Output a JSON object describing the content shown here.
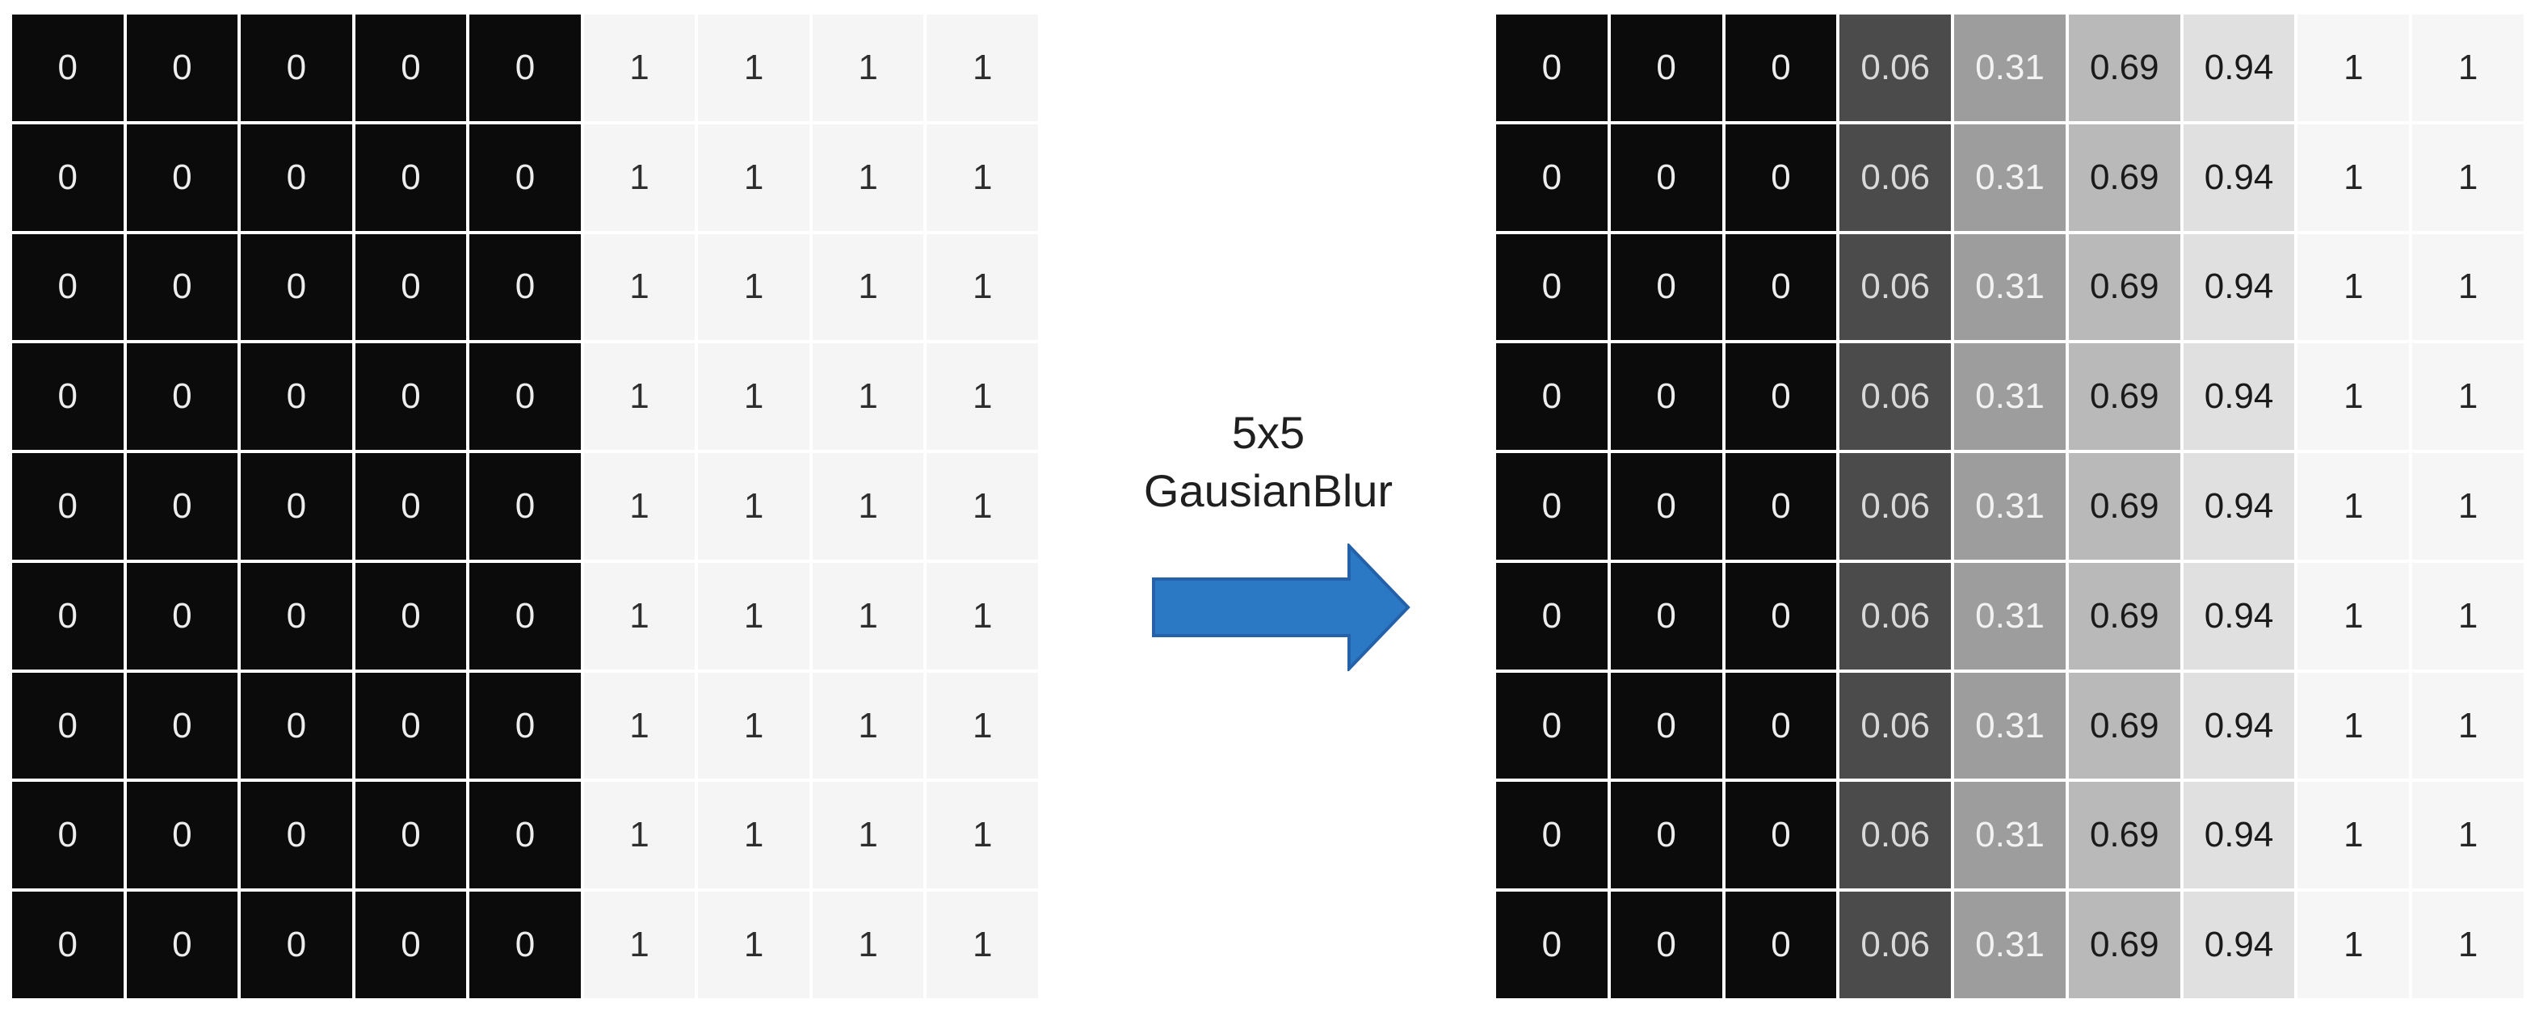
{
  "arrow_label": {
    "line1": "5x5",
    "line2": "GausianBlur"
  },
  "arrow": {
    "fill": "#2B79C5",
    "stroke": "#2461A9"
  },
  "colors": {
    "background": "#ffffff",
    "gridline": "#ffffff",
    "black_cell": "#0b0b0b",
    "white_cell": "#f5f5f5",
    "dark_gray_cell": "#4b4b4b",
    "mid_gray_cell": "#9d9d9d",
    "light_mid_gray_cell": "#b9b9b9",
    "light_gray_cell": "#e0e0e0",
    "label_text": "#1f1f1f"
  },
  "left_grid": {
    "rows": 9,
    "columns": [
      {
        "value": "0",
        "bg": "#0b0b0b",
        "fg": "#ededed"
      },
      {
        "value": "0",
        "bg": "#0b0b0b",
        "fg": "#ededed"
      },
      {
        "value": "0",
        "bg": "#0b0b0b",
        "fg": "#ededed"
      },
      {
        "value": "0",
        "bg": "#0b0b0b",
        "fg": "#ededed"
      },
      {
        "value": "0",
        "bg": "#0b0b0b",
        "fg": "#ededed"
      },
      {
        "value": "1",
        "bg": "#f5f5f5",
        "fg": "#2e2e2e"
      },
      {
        "value": "1",
        "bg": "#f5f5f5",
        "fg": "#2e2e2e"
      },
      {
        "value": "1",
        "bg": "#f5f5f5",
        "fg": "#2e2e2e"
      },
      {
        "value": "1",
        "bg": "#f5f5f5",
        "fg": "#2e2e2e"
      }
    ]
  },
  "right_grid": {
    "rows": 9,
    "columns": [
      {
        "value": "0",
        "bg": "#0b0b0b",
        "fg": "#ededed"
      },
      {
        "value": "0",
        "bg": "#0b0b0b",
        "fg": "#ededed"
      },
      {
        "value": "0",
        "bg": "#0b0b0b",
        "fg": "#ededed"
      },
      {
        "value": "0.06",
        "bg": "#4b4b4b",
        "fg": "#d9d9d9"
      },
      {
        "value": "0.31",
        "bg": "#9d9d9d",
        "fg": "#f2f2f2"
      },
      {
        "value": "0.69",
        "bg": "#b9b9b9",
        "fg": "#1a1a1a"
      },
      {
        "value": "0.94",
        "bg": "#e0e0e0",
        "fg": "#1a1a1a"
      },
      {
        "value": "1",
        "bg": "#f6f6f6",
        "fg": "#262626"
      },
      {
        "value": "1",
        "bg": "#f6f6f6",
        "fg": "#262626"
      }
    ]
  }
}
